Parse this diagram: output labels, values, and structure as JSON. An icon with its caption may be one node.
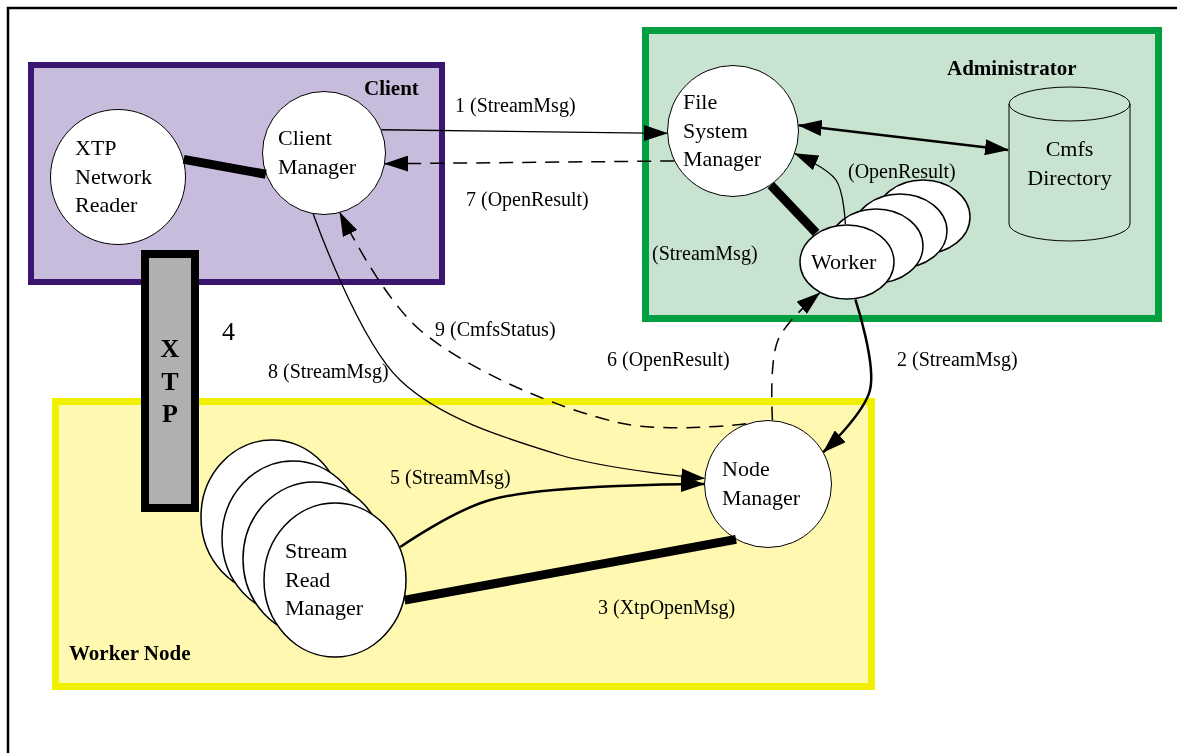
{
  "diagram": {
    "nodes": [
      {
        "text": [
          "Client"
        ]
      },
      {
        "text": [
          "XTP Network Reader"
        ],
        "in": 0
      },
      {
        "text": [
          "Client Manager"
        ],
        "in": 0
      },
      {
        "text": [
          "Administrator"
        ]
      },
      {
        "text": [
          "File System Manager"
        ],
        "in": 3
      },
      {
        "text": [
          "Cmfs Directory"
        ],
        "in": 3
      },
      {
        "text": [
          "Worker"
        ],
        "in": 3
      },
      {
        "text": [
          "XTP"
        ],
        "beside": [
          "4"
        ]
      },
      {
        "text": [
          "Worker Node"
        ]
      },
      {
        "text": [
          "Node Manager"
        ],
        "in": 8
      },
      {
        "text": [
          "Stream Read Manager"
        ],
        "in": 8
      }
    ],
    "edges": [
      {
        "from": 2,
        "to": 4,
        "arrow": "to",
        "label": "1 (StreamMsg)"
      },
      {
        "from": 4,
        "to": 2,
        "arrow": "to",
        "label": "7 (OpenResult)",
        "style": "dashed"
      },
      {
        "from": 4,
        "to": 5,
        "arrow": "both"
      },
      {
        "from": 4,
        "to": 6,
        "arrow": "none",
        "style": "thick",
        "label": "(StreamMsg)"
      },
      {
        "from": 6,
        "to": 4,
        "arrow": "to",
        "label": "(OpenResult)"
      },
      {
        "from": 6,
        "to": 9,
        "arrow": "to",
        "label": "2 (StreamMsg)"
      },
      {
        "from": 9,
        "to": 6,
        "arrow": "to",
        "label": "6 (OpenResult)",
        "style": "dashed"
      },
      {
        "from": 2,
        "to": 9,
        "arrow": "to",
        "label": "8 (StreamMsg)"
      },
      {
        "from": 9,
        "to": 2,
        "arrow": "to",
        "label": "9 (CmfsStatus)",
        "style": "dashed"
      },
      {
        "from": 10,
        "to": 9,
        "arrow": "to",
        "label": "5 (StreamMsg)"
      },
      {
        "from": 10,
        "to": 9,
        "arrow": "none",
        "style": "thick",
        "label": "3 (XtpOpenMsg)"
      },
      {
        "from": 1,
        "to": 2,
        "arrow": "none",
        "style": "thick"
      }
    ]
  }
}
